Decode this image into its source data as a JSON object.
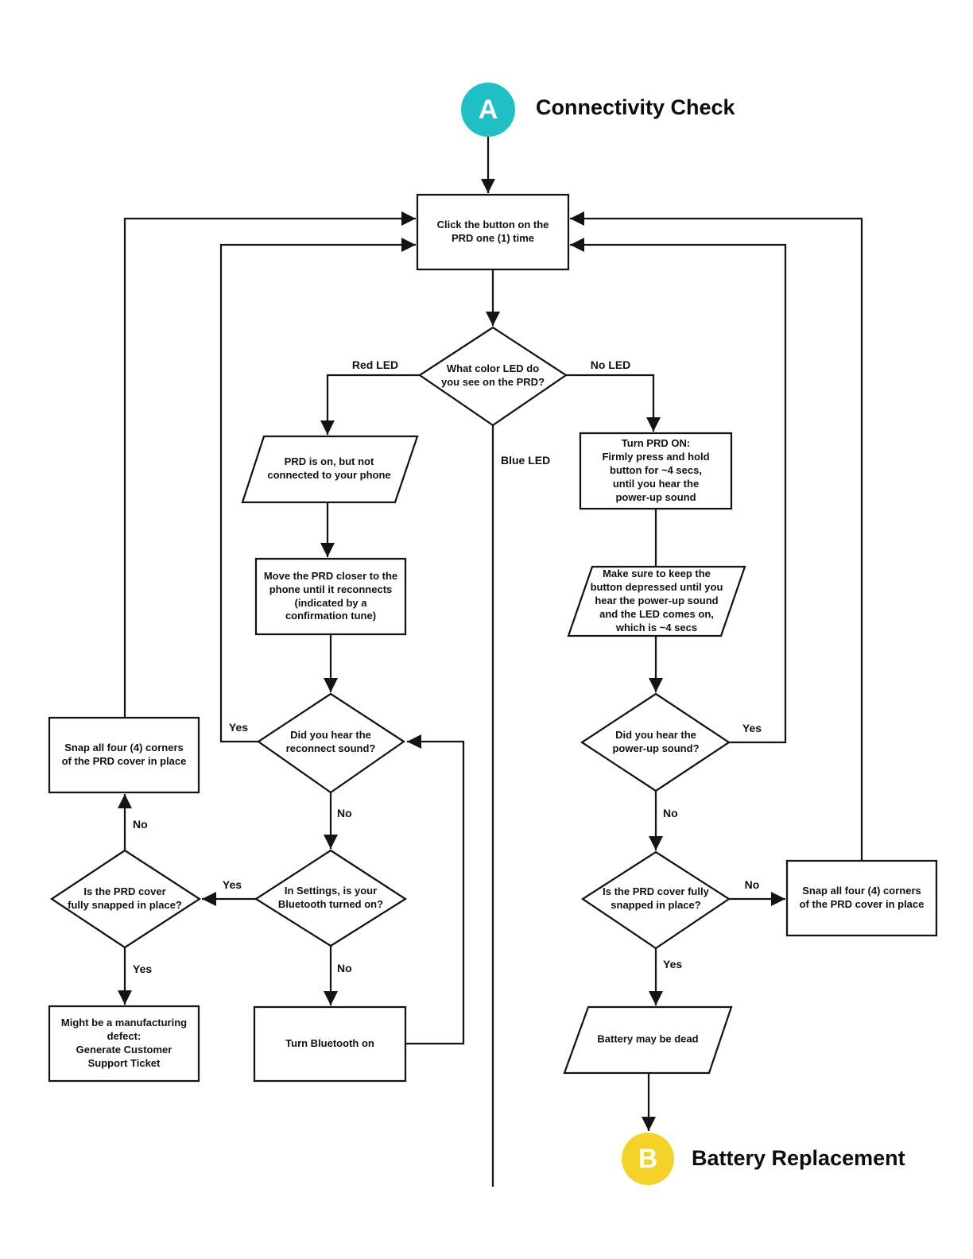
{
  "page": {
    "entry": {
      "badge": "A",
      "title": "Connectivity Check"
    },
    "exit": {
      "badge": "B",
      "title": "Battery Replacement"
    }
  },
  "colors": {
    "entry_badge": "#1FBFC6",
    "exit_badge": "#F5D227",
    "stroke": "#141414"
  },
  "nodes": {
    "click_button": "Click the button on the\nPRD one (1) time",
    "led_question": "What color LED do\nyou see on the PRD?",
    "prd_on": "PRD is on, but not\nconnected to your phone",
    "move_closer": "Move the PRD closer to the\nphone until it reconnects\n(indicated by a\nconfirmation tune)",
    "reconnect_q": "Did you hear the\nreconnect sound?",
    "bluetooth_q": "In Settings, is your\nBluetooth turned on?",
    "turn_bluetooth": "Turn Bluetooth on",
    "snap_left": "Snap all four (4) corners\nof the PRD cover in place",
    "cover_left_q": "Is the PRD cover\nfully snapped in place?",
    "defect": "Might be a manufacturing\ndefect:\nGenerate Customer\nSupport Ticket",
    "turn_prd_on": "Turn PRD ON:\nFirmly press and hold\nbutton for ~4 secs,\nuntil you hear the\npower-up sound",
    "keep_button": "Make sure to keep the\nbutton depressed until you\nhear the power-up sound\nand the LED comes on,\nwhich is ~4 secs",
    "powerup_q": "Did you hear the\npower-up sound?",
    "cover_right_q": "Is the PRD cover fully\nsnapped in place?",
    "snap_right": "Snap all four (4) corners\nof the PRD cover in place",
    "battery_dead": "Battery may be dead"
  },
  "edges": {
    "led_red": "Red LED",
    "led_none": "No LED",
    "led_blue": "Blue LED",
    "reconnect_yes": "Yes",
    "reconnect_no": "No",
    "bluetooth_yes": "Yes",
    "bluetooth_no": "No",
    "cover_left_no": "No",
    "cover_left_yes": "Yes",
    "powerup_yes": "Yes",
    "powerup_no": "No",
    "cover_right_no": "No",
    "cover_right_yes": "Yes"
  }
}
